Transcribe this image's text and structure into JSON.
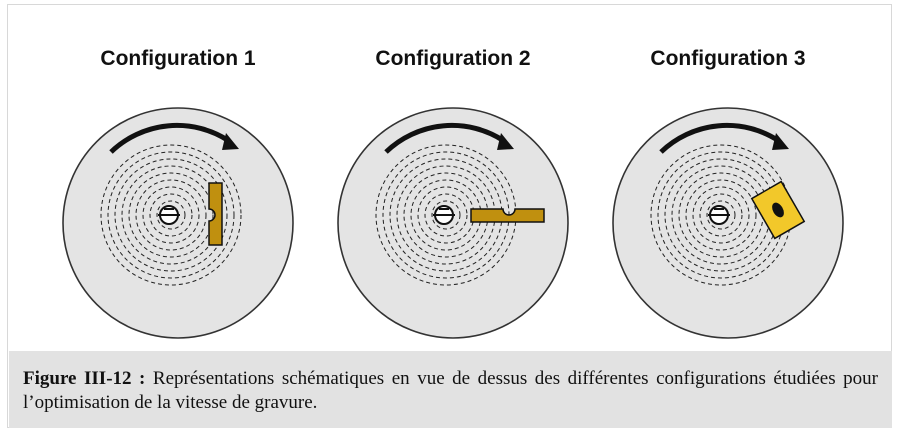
{
  "configurations": [
    {
      "title": "Configuration 1"
    },
    {
      "title": "Configuration 2"
    },
    {
      "title": "Configuration 3"
    }
  ],
  "caption": {
    "label": "Figure III-12 :",
    "text": " Représentations schématiques en vue de dessus des différentes configurations étudiées pour l’optimisation de la vitesse de gravure."
  },
  "colors": {
    "disc": "#e4e4e4",
    "sample_config_1_2": "#c0900f",
    "sample_config_3": "#f2c82a",
    "caption_background": "#e2e2e2"
  }
}
